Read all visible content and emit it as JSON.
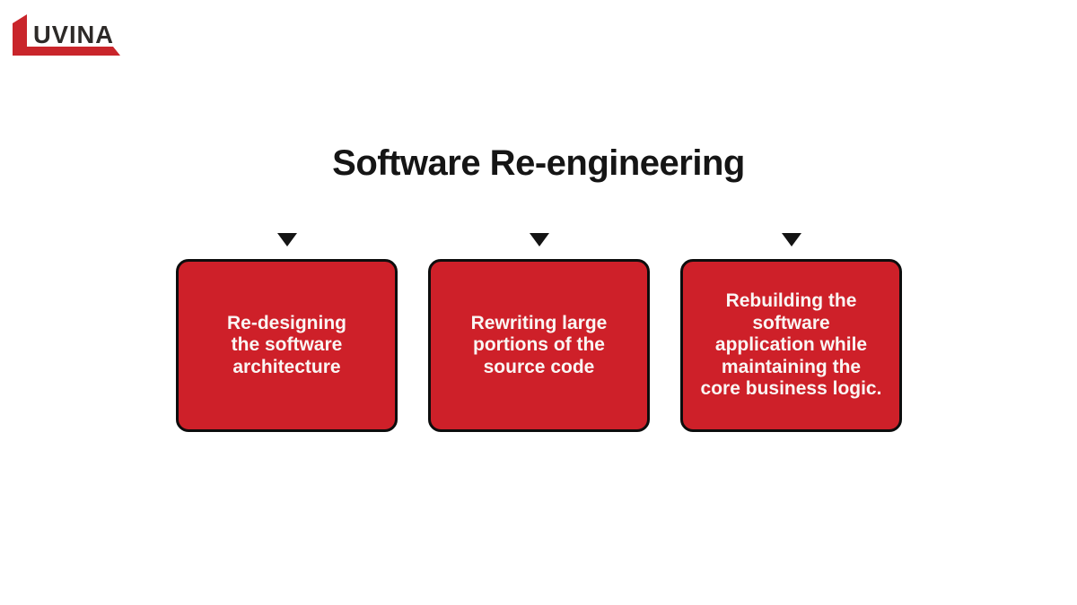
{
  "colors": {
    "page_bg": "#ffffff",
    "title_color": "#151515",
    "arrow": "#141414",
    "box_red": "#CE2029",
    "box_border": "#0d0d0d",
    "box_text": "#faf6f4",
    "logo_mark": "#C9252B",
    "logo_text": "#2D2A28"
  },
  "logo": {
    "brand_text": "UVINA"
  },
  "title": {
    "text": "Software Re-engineering"
  },
  "boxes": [
    {
      "text": "Re-designing\nthe software\narchitecture"
    },
    {
      "text": "Rewriting large\nportions of the\nsource code"
    },
    {
      "text": "Rebuilding the\nsoftware\napplication while\nmaintaining the\ncore business logic."
    }
  ]
}
